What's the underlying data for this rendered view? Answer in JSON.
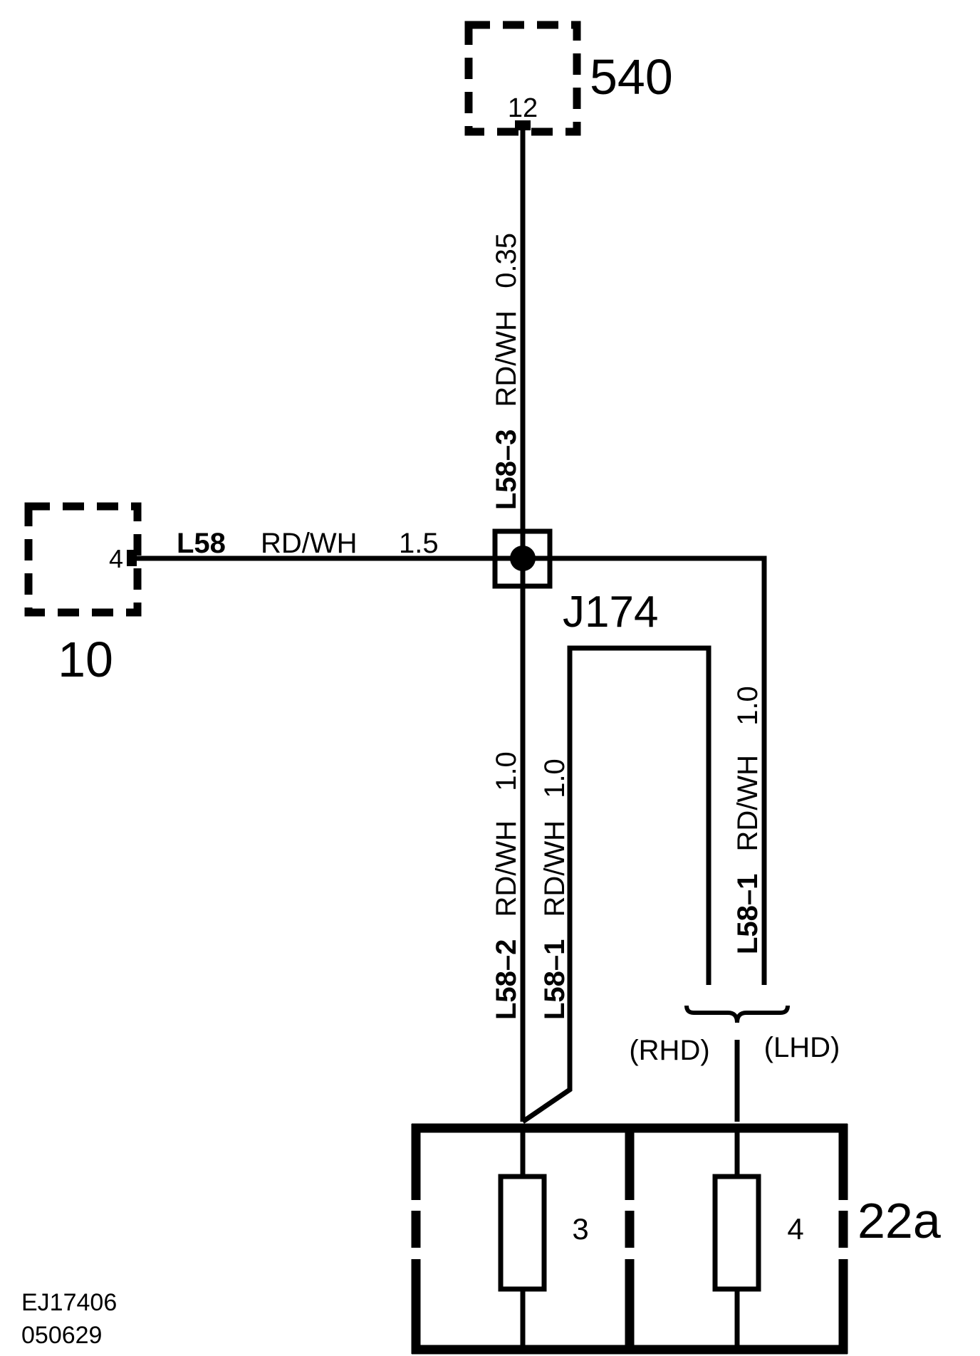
{
  "connectors": {
    "c540": {
      "id": "540",
      "pin": "12"
    },
    "c10": {
      "id": "10",
      "pin": "4"
    },
    "c22a": {
      "id": "22a",
      "fuse_left": "3",
      "fuse_right": "4"
    }
  },
  "splice": {
    "id": "J174"
  },
  "wires": {
    "top": {
      "circuit": "L58–3",
      "color": "RD/WH",
      "size": "0.35"
    },
    "left": {
      "circuit": "L58",
      "color": "RD/WH",
      "size": "1.5"
    },
    "down_a": {
      "circuit": "L58–2",
      "color": "RD/WH",
      "size": "1.0"
    },
    "down_b": {
      "circuit": "L58–1",
      "color": "RD/WH",
      "size": "1.0"
    },
    "right": {
      "circuit": "L58–1",
      "color": "RD/WH",
      "size": "1.0"
    }
  },
  "options": {
    "rhd": "(RHD)",
    "lhd": "(LHD)"
  },
  "footer": {
    "code": "EJ17406",
    "date": "050629"
  }
}
